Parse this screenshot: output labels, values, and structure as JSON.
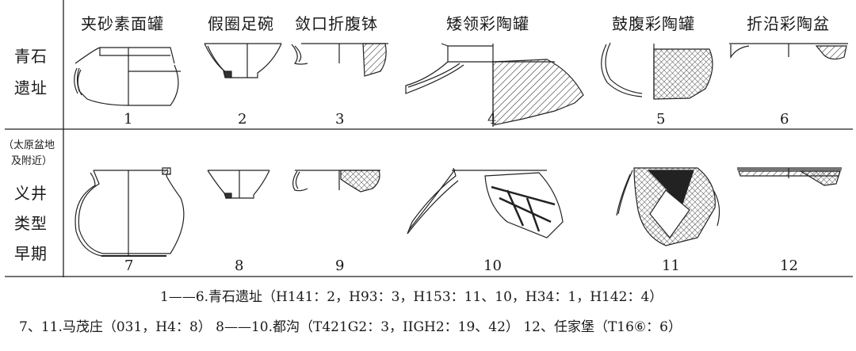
{
  "headers": {
    "h1": "夹砂素面罐",
    "h2": "假圈足碗",
    "h3": "敛口折腹钵",
    "h4": "矮领彩陶罐",
    "h5": "鼓腹彩陶罐",
    "h6": "折沿彩陶盆"
  },
  "row1": {
    "line1": "青石",
    "line2": "遗址"
  },
  "row2": {
    "note1": "（太原盆地",
    "note2": "及附近）",
    "line1": "义井",
    "line2": "类型",
    "line3": "早期"
  },
  "numbers": [
    "1",
    "2",
    "3",
    "4",
    "5",
    "6",
    "7",
    "8",
    "9",
    "10",
    "11",
    "12"
  ],
  "caption": {
    "line1": "1——6.青石遗址（H141：2，H93：3，H153：11、10，H34：1，H142：4）",
    "line2": "7、11.马茂庄（031，H4：8） 8——10.都沟（T421G2：3，IIGH2：19、42） 12、任家堡（T16⑥：6）"
  }
}
